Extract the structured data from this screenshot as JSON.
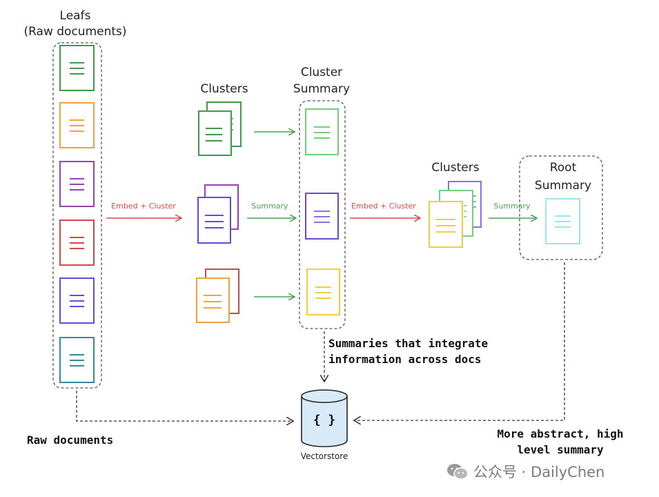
{
  "labels": {
    "leafs_title_1": "Leafs",
    "leafs_title_2": "(Raw documents)",
    "clusters_1": "Clusters",
    "cluster_summary_1": "Cluster",
    "cluster_summary_2": "Summary",
    "clusters_2": "Clusters",
    "root_summary_1": "Root",
    "root_summary_2": "Summary",
    "embed_cluster_1": "Embed + Cluster",
    "summary_1": "Summary",
    "embed_cluster_2": "Embed + Cluster",
    "summary_2": "Summary",
    "summaries_note_1": "Summaries that integrate",
    "summaries_note_2": "information across docs",
    "raw_documents": "Raw documents",
    "abstract_note_1": "More abstract, high",
    "abstract_note_2": "level summary",
    "vectorstore": "Vectorstore",
    "vectorstore_glyph": "{ }"
  },
  "watermark": {
    "text": "公众号 · DailyChen"
  },
  "colors": {
    "green": "#3f9a48",
    "orange": "#f0a33a",
    "purple": "#9b3fb8",
    "red": "#d24848",
    "indigo": "#6b47d6",
    "teal": "#2f8c9c",
    "light_green": "#6fd07a",
    "yellow": "#f2cc3a",
    "cyan": "#9fe3ec",
    "arrow_red": "#d84a4a",
    "arrow_green": "#4aa356",
    "dashed": "#555555",
    "vectorstore_fill": "#d8e9f7"
  },
  "icons": [
    "document-icon",
    "document-stack-icon",
    "database-icon",
    "arrow-icon",
    "wechat-icon"
  ]
}
